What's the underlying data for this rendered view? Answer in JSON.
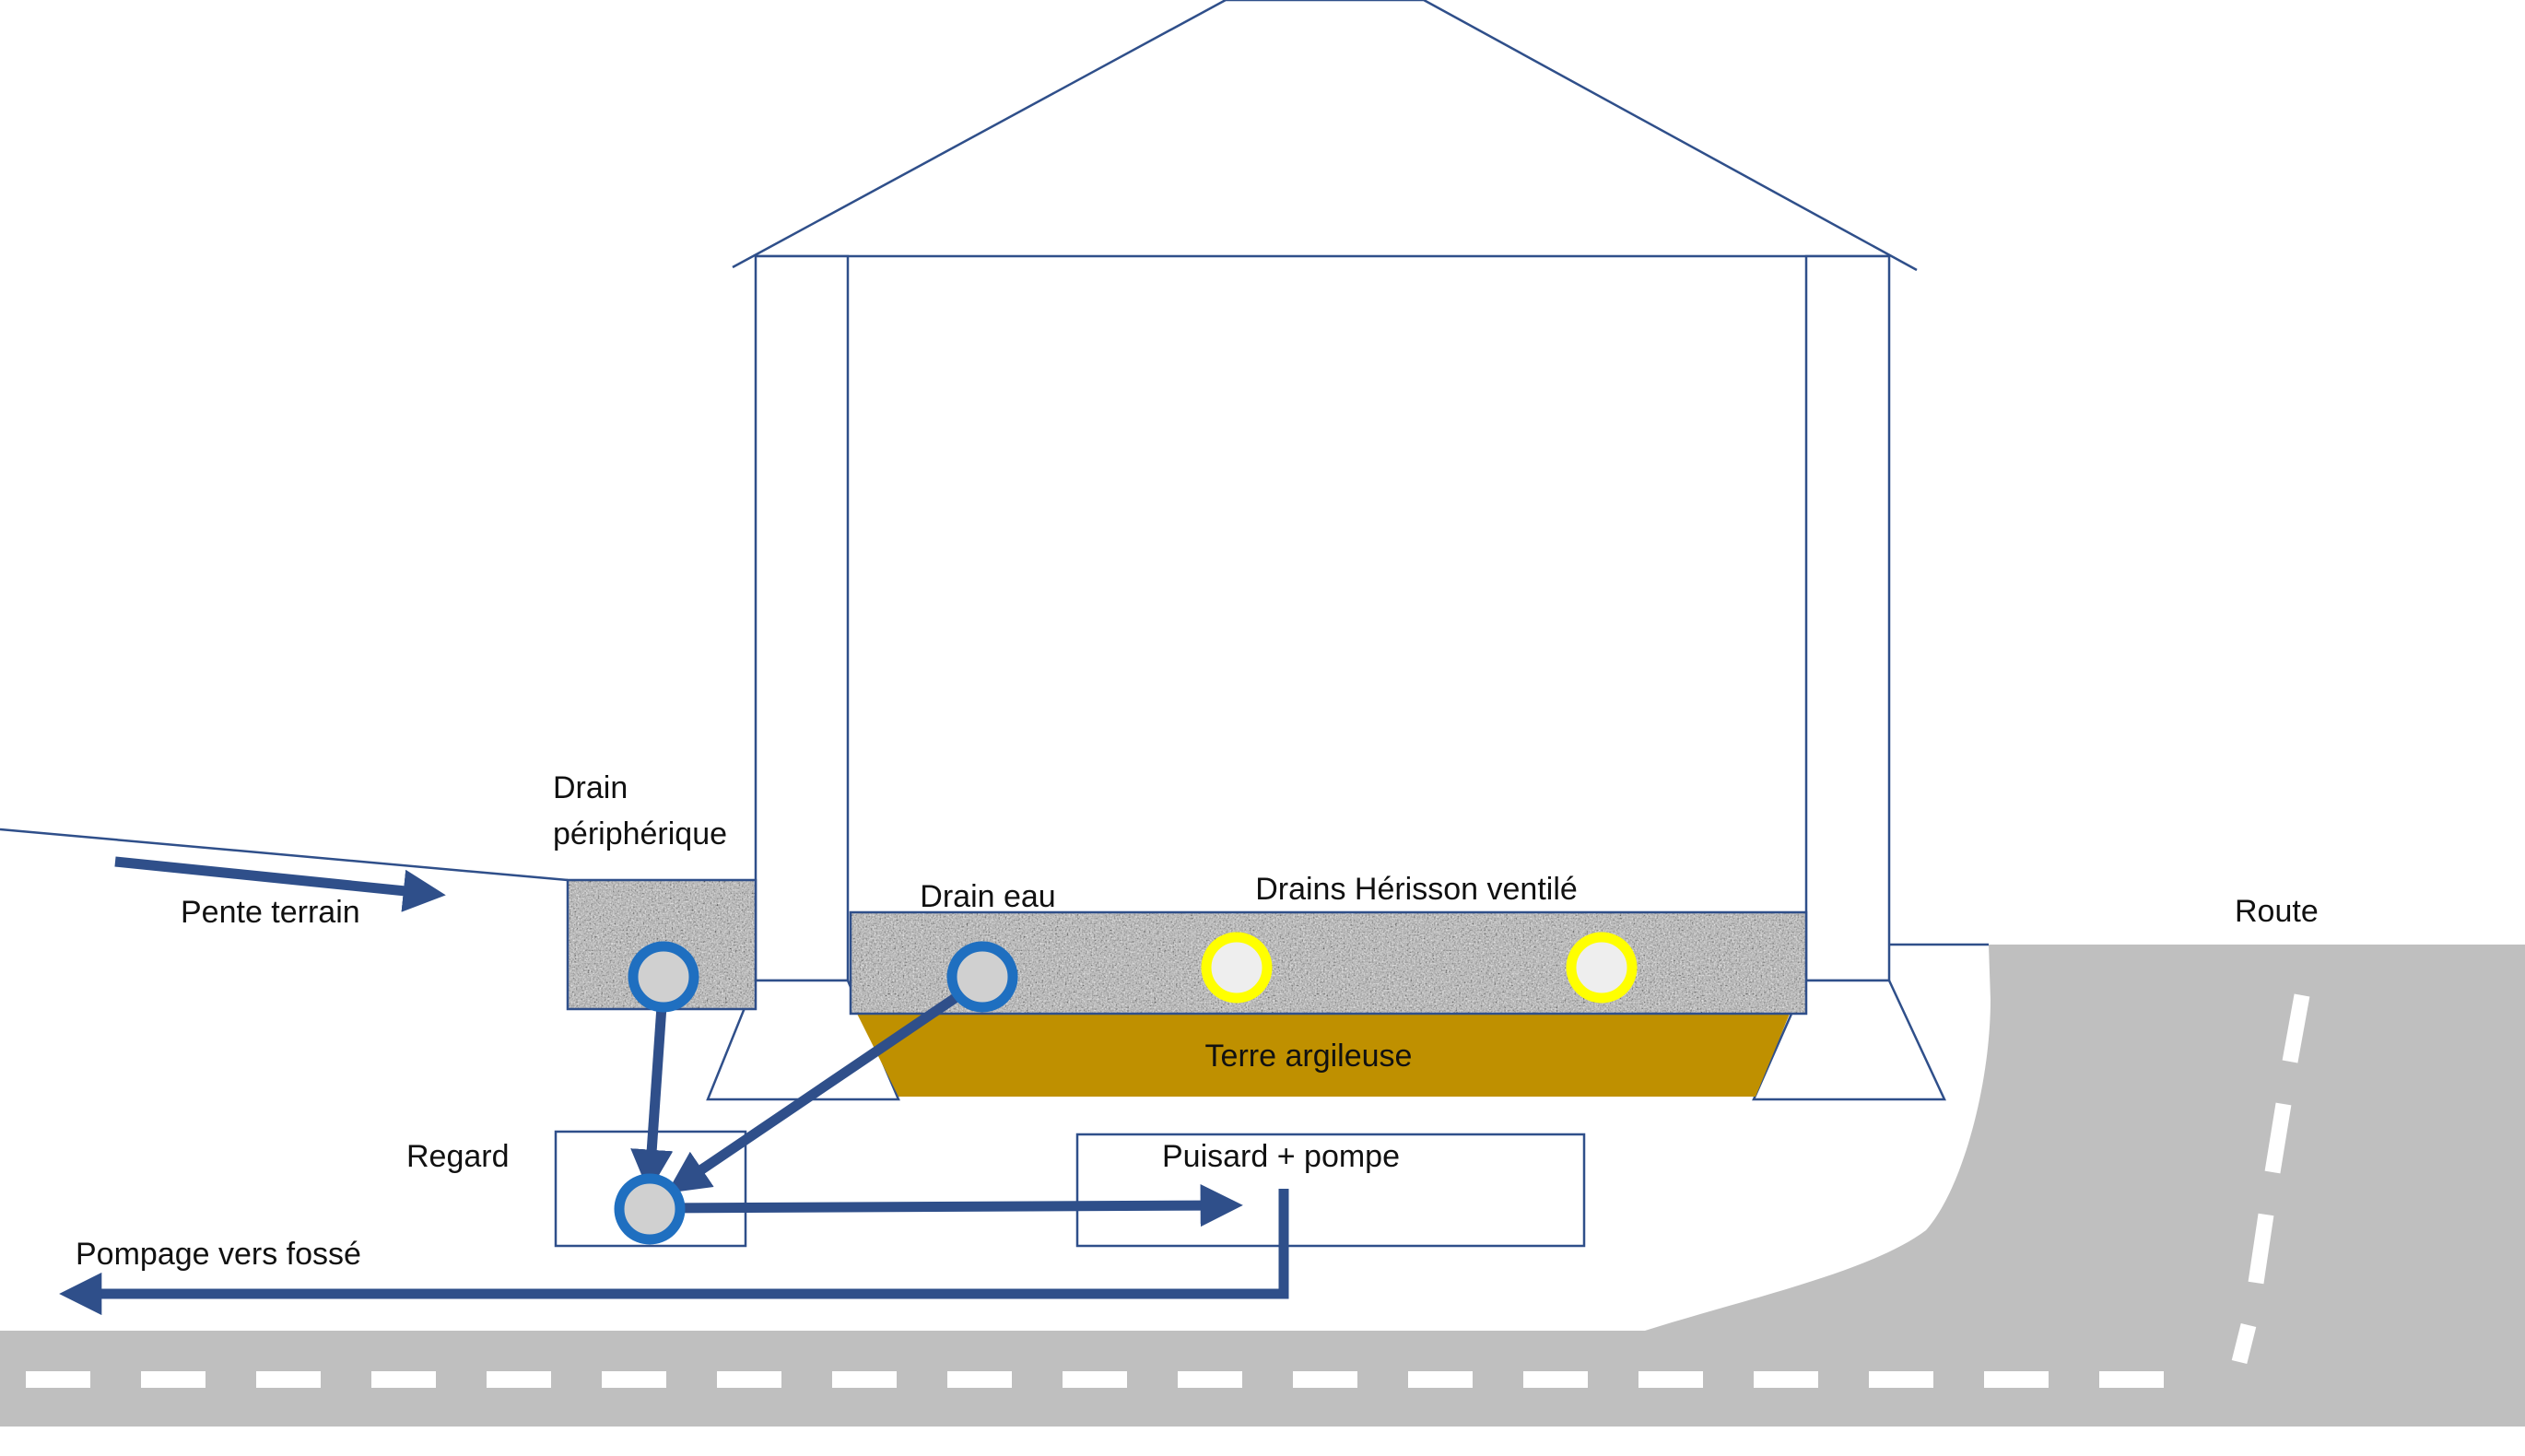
{
  "labels": {
    "drain_peripherique_line1": "Drain",
    "drain_peripherique_line2": "périphérique",
    "pente_terrain": "Pente terrain",
    "drain_eau": "Drain eau",
    "drains_herisson": "Drains Hérisson ventilé",
    "route": "Route",
    "terre_argileuse": "Terre argileuse",
    "regard": "Regard",
    "puisard_pompe": "Puisard + pompe",
    "pompage_fosse": "Pompage vers fossé"
  },
  "colors": {
    "outline": "#2f4f8a",
    "arrow": "#2f4f8a",
    "road": "#bfbfbf",
    "road_dash": "#ffffff",
    "clay": "#bf9000",
    "gravel_base": "#b4b4b4",
    "drain_water_ring": "#1f6fc0",
    "drain_herisson_ring": "#ffff00",
    "pipe_fill": "#d0d0d0"
  },
  "icons": {
    "drain_water": "blue-ring-pipe-icon",
    "drain_herisson": "yellow-ring-pipe-icon",
    "arrow": "arrow-icon"
  }
}
